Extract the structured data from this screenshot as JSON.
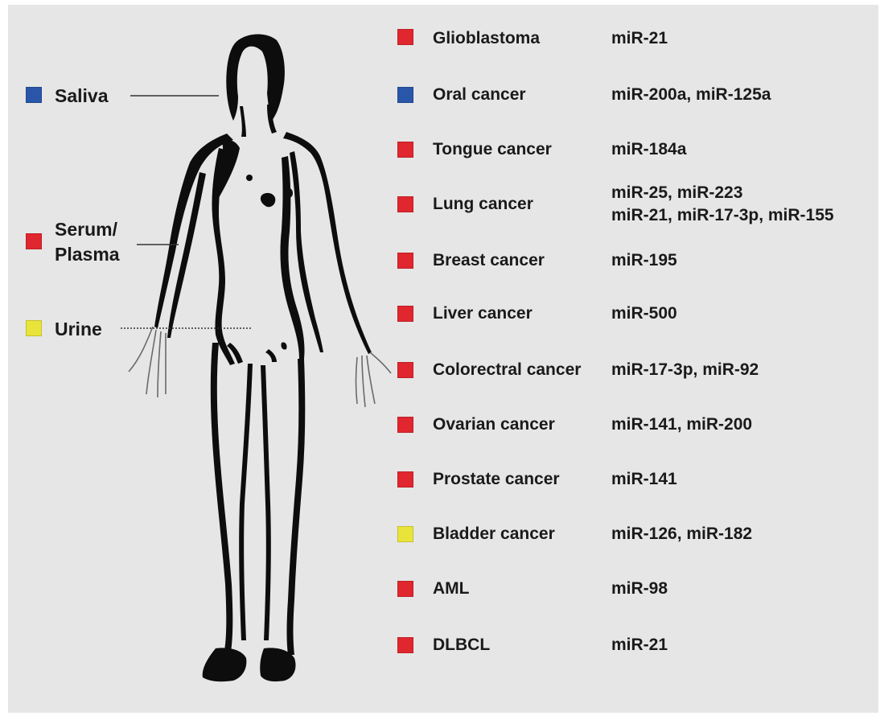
{
  "colors": {
    "blue": "#2956a8",
    "red": "#e0262e",
    "yellow": "#e8e43a",
    "background": "#e6e6e6",
    "figure": "#0d0d0d"
  },
  "fluids": [
    {
      "id": "saliva",
      "label": "Saliva",
      "color": "blue",
      "connector": "solid"
    },
    {
      "id": "serum",
      "label_line1": "Serum/",
      "label_line2": "Plasma",
      "color": "red",
      "connector": "solid"
    },
    {
      "id": "urine",
      "label": "Urine",
      "color": "yellow",
      "connector": "dotted"
    }
  ],
  "biomarkers": [
    {
      "cancer": "Glioblastoma",
      "mirna": "miR-21",
      "color": "red"
    },
    {
      "cancer": "Oral cancer",
      "mirna": "miR-200a, miR-125a",
      "color": "blue"
    },
    {
      "cancer": "Tongue cancer",
      "mirna": "miR-184a",
      "color": "red"
    },
    {
      "cancer": "Lung cancer",
      "mirna_line1": "miR-25, miR-223",
      "mirna_line2": "miR-21, miR-17-3p, miR-155",
      "color": "red"
    },
    {
      "cancer": "Breast cancer",
      "mirna": "miR-195",
      "color": "red"
    },
    {
      "cancer": "Liver cancer",
      "mirna": "miR-500",
      "color": "red"
    },
    {
      "cancer": "Colorectral cancer",
      "mirna": "miR-17-3p, miR-92",
      "color": "red"
    },
    {
      "cancer": "Ovarian cancer",
      "mirna": "miR-141, miR-200",
      "color": "red"
    },
    {
      "cancer": "Prostate cancer",
      "mirna": "miR-141",
      "color": "red"
    },
    {
      "cancer": "Bladder cancer",
      "mirna": "miR-126, miR-182",
      "color": "yellow"
    },
    {
      "cancer": "AML",
      "mirna": "miR-98",
      "color": "red"
    },
    {
      "cancer": "DLBCL",
      "mirna": "miR-21",
      "color": "red"
    }
  ]
}
